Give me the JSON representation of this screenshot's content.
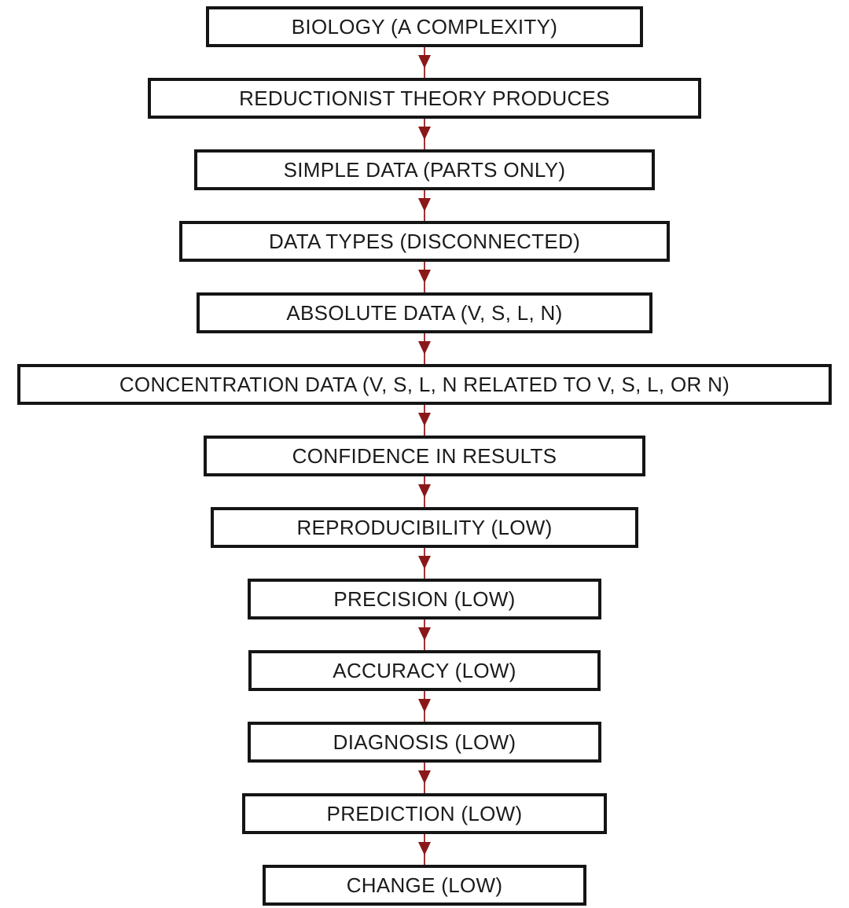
{
  "flowchart": {
    "steps": [
      {
        "label": "BIOLOGY (A COMPLEXITY)"
      },
      {
        "label": "REDUCTIONIST THEORY PRODUCES"
      },
      {
        "label": "SIMPLE DATA (PARTS ONLY)"
      },
      {
        "label": "DATA TYPES (DISCONNECTED)"
      },
      {
        "label": "ABSOLUTE DATA (V, S, L, N)"
      },
      {
        "label": "CONCENTRATION DATA (V, S, L, N RELATED TO V, S, L, OR N)"
      },
      {
        "label": "CONFIDENCE IN RESULTS"
      },
      {
        "label": "REPRODUCIBILITY (LOW)"
      },
      {
        "label": "PRECISION (LOW)"
      },
      {
        "label": "ACCURACY (LOW)"
      },
      {
        "label": "DIAGNOSIS (LOW)"
      },
      {
        "label": "PREDICTION (LOW)"
      },
      {
        "label": "CHANGE (LOW)"
      }
    ],
    "colors": {
      "box_border": "#151515",
      "box_fill": "#ffffff",
      "text": "#1b1b1b",
      "arrow": "#8b1818",
      "background": "#ffffff"
    }
  }
}
